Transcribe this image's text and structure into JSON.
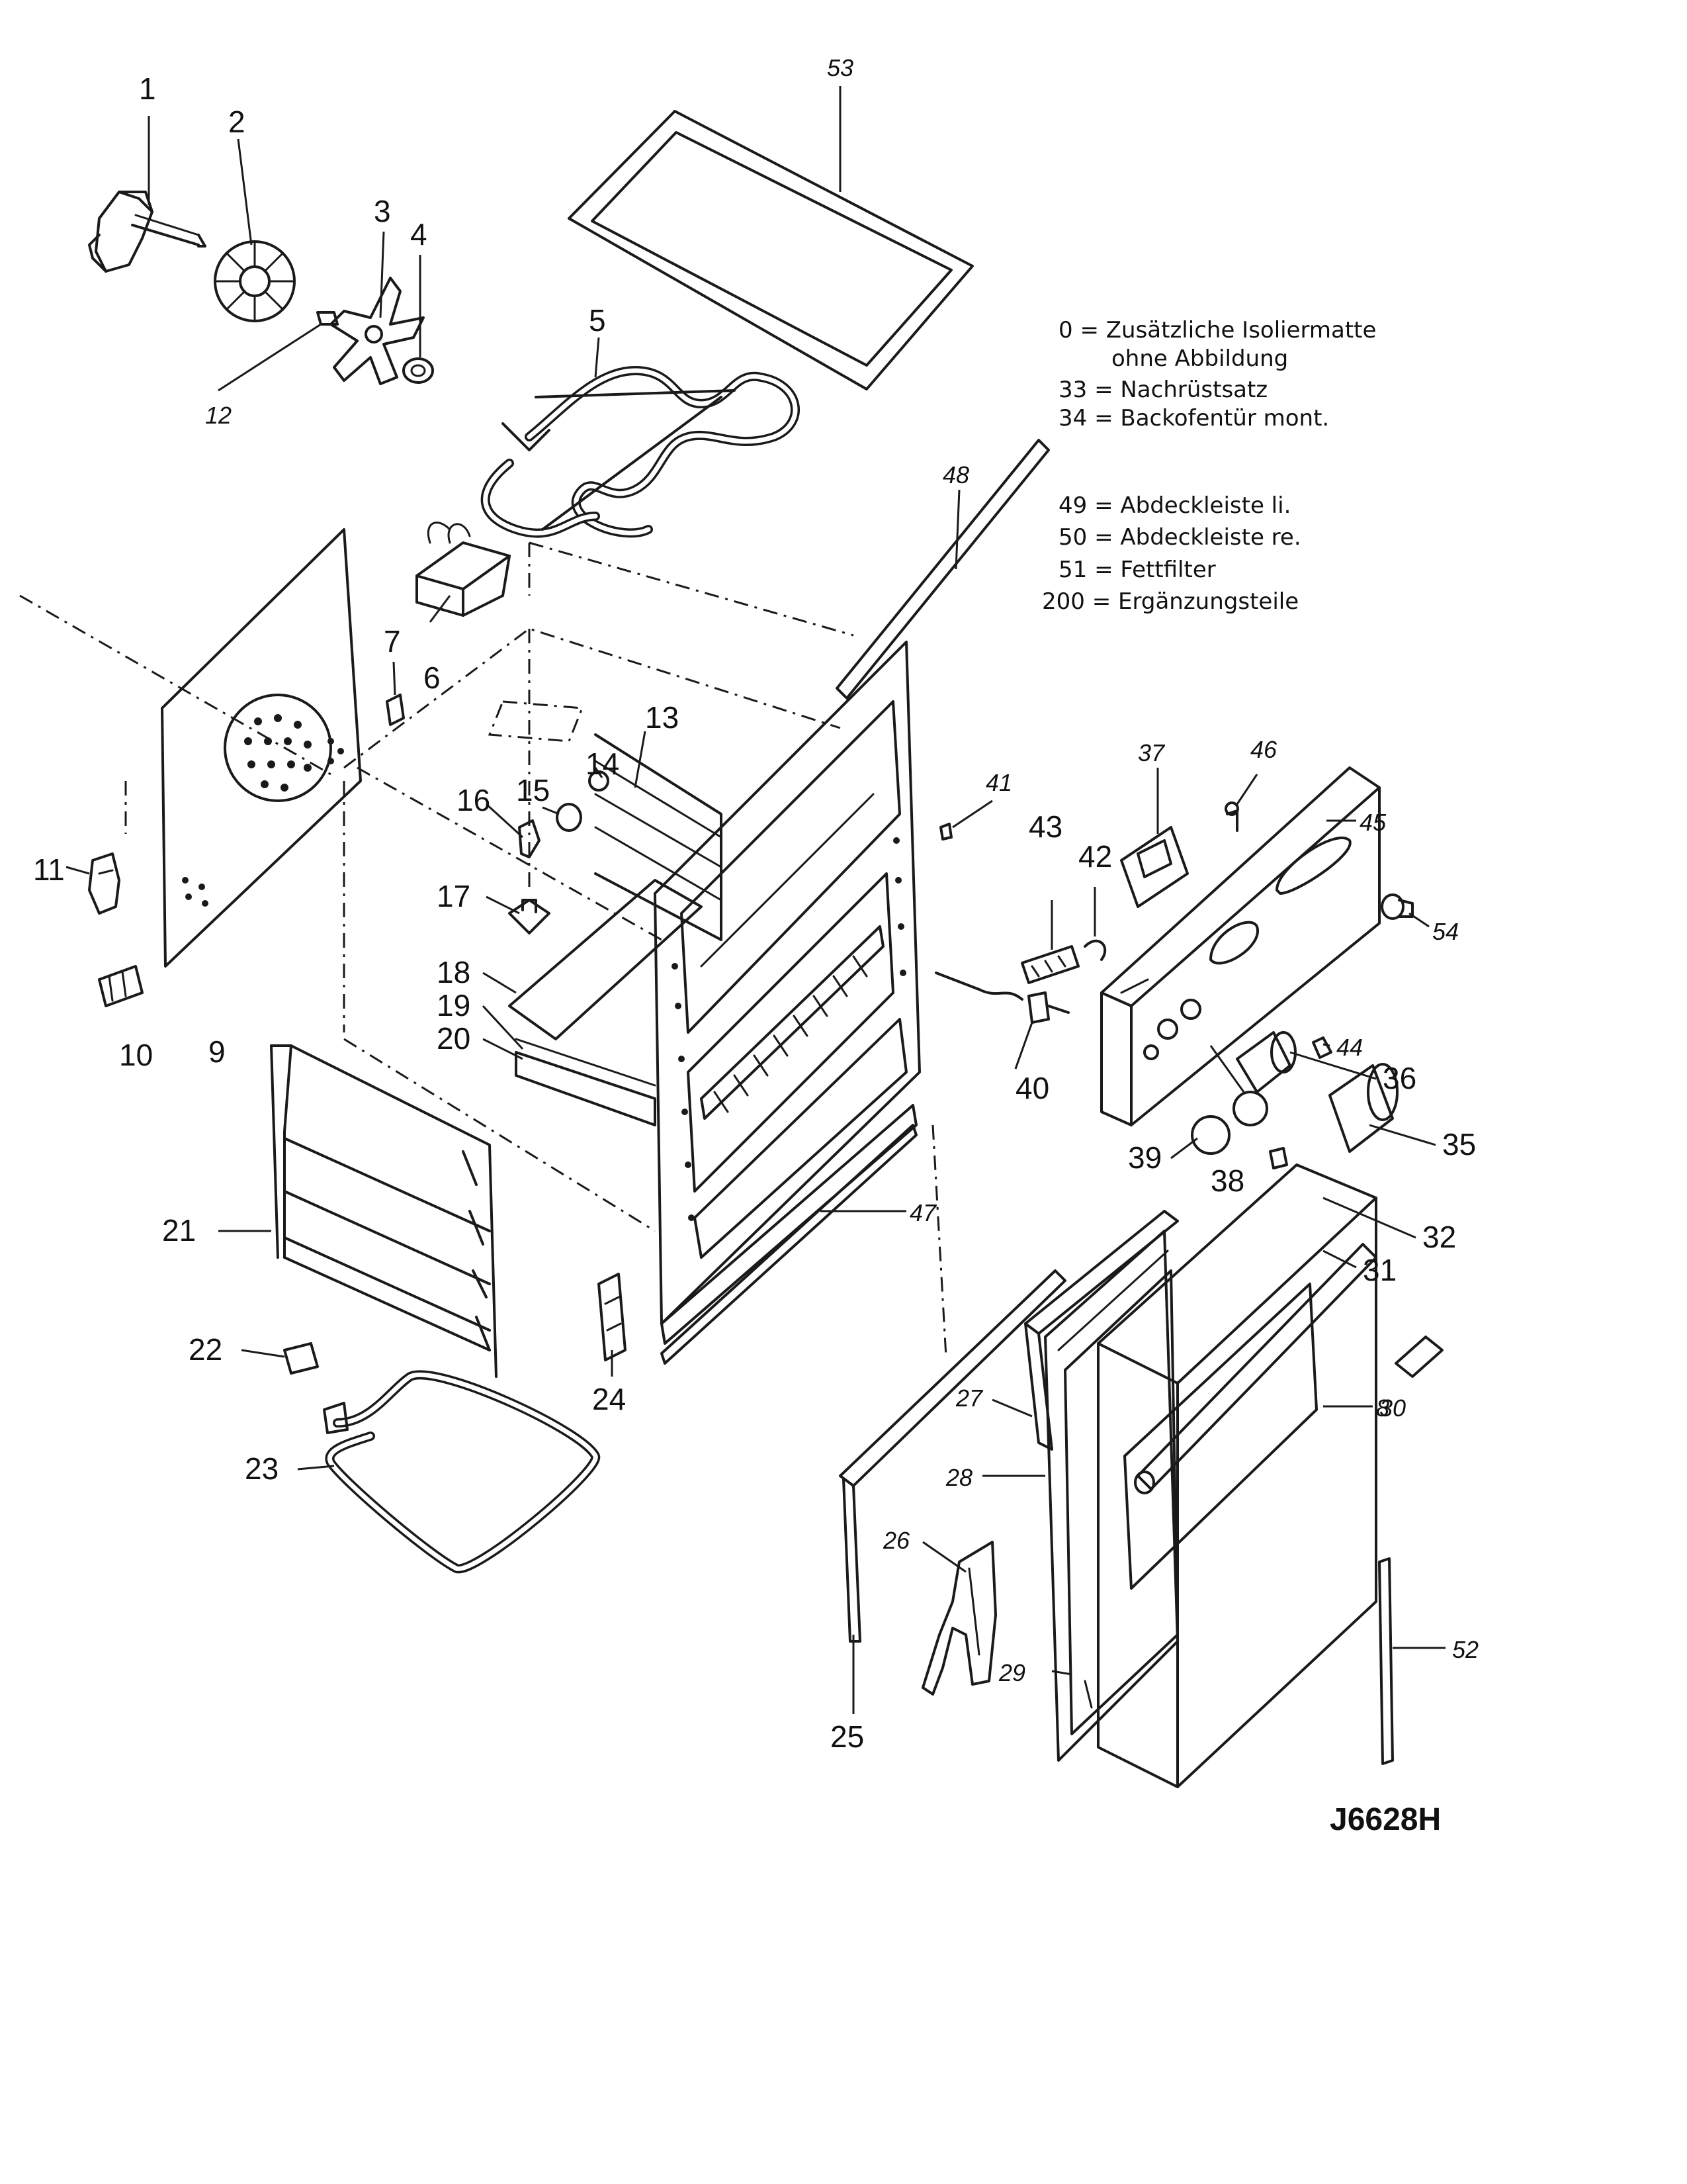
{
  "diagram": {
    "drawing_code": "J6628H",
    "legend": [
      {
        "line1": "0  = Zusätzliche Isoliermatte",
        "line2": "ohne Abbildung"
      },
      {
        "line1": "33 = Nachrüstsatz"
      },
      {
        "line1": "34 = Backofentür  mont."
      },
      {
        "line1": "49 = Abdeckleiste   li."
      },
      {
        "line1": "50 = Abdeckleiste   re."
      },
      {
        "line1": "51 = Fettfilter"
      },
      {
        "line1": "200 = Ergänzungsteile"
      }
    ],
    "labels": {
      "p1": "1",
      "p2": "2",
      "p3": "3",
      "p4": "4",
      "p5": "5",
      "p6": "6",
      "p7": "7",
      "p8": "8",
      "p9": "9",
      "p10": "10",
      "p11": "11",
      "p12": "12",
      "p13": "13",
      "p14": "14",
      "p15": "15",
      "p16": "16",
      "p17": "17",
      "p18": "18",
      "p19": "19",
      "p20": "20",
      "p21": "21",
      "p22": "22",
      "p23": "23",
      "p24": "24",
      "p25": "25",
      "p26": "26",
      "p27": "27",
      "p28": "28",
      "p29": "29",
      "p30": "30",
      "p31": "31",
      "p32": "32",
      "p35": "35",
      "p36": "36",
      "p37": "37",
      "p38": "38",
      "p39": "39",
      "p40": "40",
      "p41": "41",
      "p42": "42",
      "p43": "43",
      "p44": "44",
      "p45": "45",
      "p46": "46",
      "p47": "47",
      "p48": "48",
      "p52": "52",
      "p53": "53",
      "p54": "54"
    }
  }
}
